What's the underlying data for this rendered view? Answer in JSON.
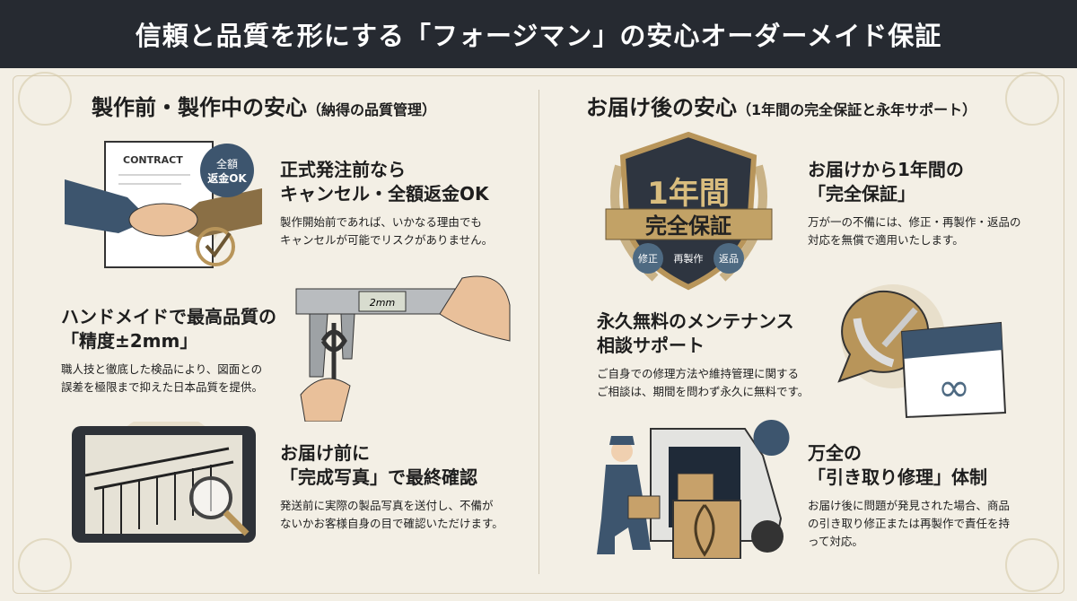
{
  "title": "信頼と品質を形にする「フォージマン」の安心オーダーメイド保証",
  "left": {
    "heading": "製作前・製作中の安心",
    "heading_sub": "（納得の品質管理）",
    "items": [
      {
        "title1": "正式発注前なら",
        "title2": "キャンセル・全額返金OK",
        "desc1": "製作開始前であれば、いかなる理由でも",
        "desc2": "キャンセルが可能でリスクがありません。",
        "icon": "contract-handshake-icon",
        "badge1": "全額",
        "badge2": "返金OK",
        "doc_label": "CONTRACT"
      },
      {
        "title1": "ハンドメイドで最高品質の",
        "title2": "「精度±2mm」",
        "desc1": "職人技と徹底した検品により、図面との",
        "desc2": "誤差を極限まで抑えた日本品質を提供。",
        "icon": "caliper-icon",
        "readout": "2mm"
      },
      {
        "title1": "お届け前に",
        "title2": "「完成写真」で最終確認",
        "desc1": "発送前に実際の製品写真を送付し、不備が",
        "desc2": "ないかお客様自身の目で確認いただけます。",
        "icon": "tablet-magnifier-icon"
      }
    ]
  },
  "right": {
    "heading": "お届け後の安心",
    "heading_sub": "（1年間の完全保証と永年サポート）",
    "items": [
      {
        "title1": "お届けから1年間の",
        "title2": "「完全保証」",
        "desc1": "万が一の不備には、修正・再製作・返品の",
        "desc2": "対応を無償で適用いたします。",
        "icon": "shield-badge-icon",
        "badge_top": "1年間",
        "badge_ribbon": "完全保証",
        "chips": [
          "修正",
          "再製作",
          "返品"
        ]
      },
      {
        "title1": "永久無料のメンテナンス",
        "title2": "相談サポート",
        "desc1": "ご自身での修理方法や維持管理に関する",
        "desc2": "ご相談は、期間を問わず永久に無料です。",
        "icon": "phone-calendar-infinity-icon"
      },
      {
        "title1": "万全の",
        "title2": "「引き取り修理」体制",
        "desc1": "お届け後に問題が発見された場合、商品",
        "desc2": "の引き取り修正または再製作で責任を持",
        "desc3": "って対応。",
        "icon": "delivery-van-icon"
      }
    ]
  },
  "colors": {
    "header": "#262a31",
    "gold": "#b8955a",
    "navy": "#3d556e",
    "bg": "#f3efe5"
  }
}
